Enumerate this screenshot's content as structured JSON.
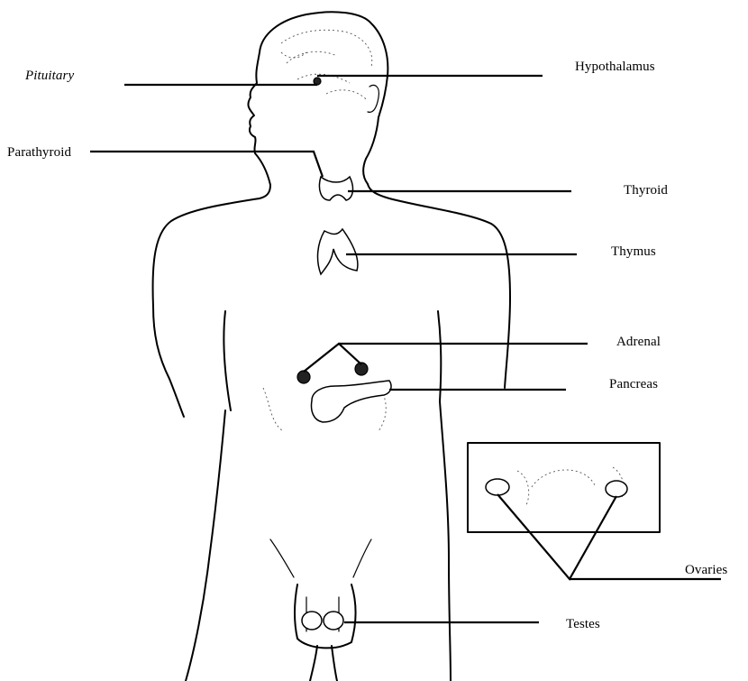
{
  "labels": {
    "pituitary": "Pituitary",
    "parathyroid": "Parathyroid",
    "hypothalamus": "Hypothalamus",
    "thyroid": "Thyroid",
    "thymus": "Thymus",
    "adrenal": "Adrenal",
    "pancreas": "Pancreas",
    "ovaries": "Ovaries",
    "testes": "Testes"
  },
  "colors": {
    "ink": "#000000",
    "background": "#ffffff"
  }
}
